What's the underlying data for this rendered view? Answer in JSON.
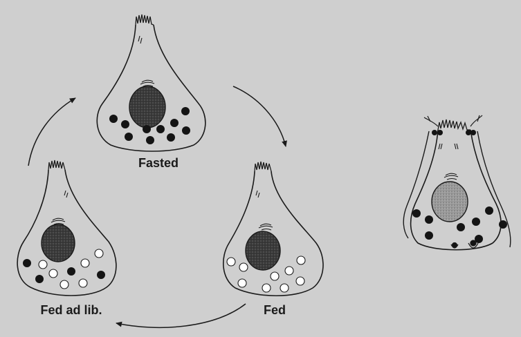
{
  "figure": {
    "colors": {
      "background": "#cfcfcf",
      "ink": "#1a1a1a",
      "granule_filled": "#141414",
      "granule_empty": "#ffffff",
      "nucleus": "#3a3a3a",
      "nucleus_light": "#9a9a9a"
    },
    "cells": [
      {
        "label": "Fasted"
      },
      {
        "label": "Fed"
      },
      {
        "label": "Fed ad lib."
      },
      {
        "label": ""
      }
    ]
  }
}
